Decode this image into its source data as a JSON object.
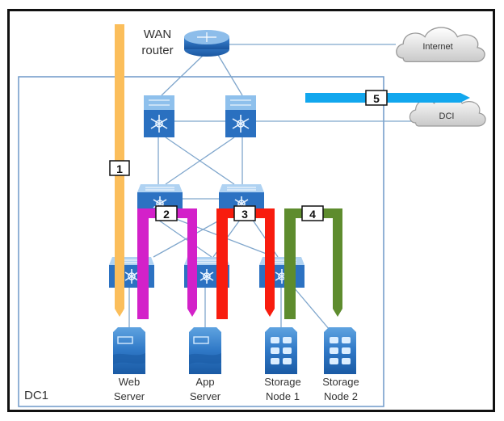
{
  "diagram": {
    "labels": {
      "wan_router": [
        "WAN",
        "router"
      ],
      "internet": "Internet",
      "dci": "DCI",
      "dc1": "DC1",
      "web_server": [
        "Web",
        "Server"
      ],
      "app_server": [
        "App",
        "Server"
      ],
      "storage_node_1": [
        "Storage",
        "Node 1"
      ],
      "storage_node_2": [
        "Storage",
        "Node 2"
      ]
    },
    "flows": [
      {
        "id": "1",
        "color": "#FBBE5B",
        "description": "WAN router to Web Server"
      },
      {
        "id": "2",
        "color": "#D321C9",
        "description": "Web Server to App Server"
      },
      {
        "id": "3",
        "color": "#F81C0E",
        "description": "App Server to Storage Node 1"
      },
      {
        "id": "4",
        "color": "#5E8C2E",
        "description": "Storage Node 1 to Storage Node 2"
      },
      {
        "id": "5",
        "color": "#12A7EE",
        "description": "DC1 to DCI"
      }
    ],
    "colors": {
      "link": "#7FA6CC",
      "dc_border": "#6E98C8",
      "device_blue": "#2E78C8",
      "device_dark": "#1D5EA8",
      "cloud": "#D8D8D8"
    }
  }
}
